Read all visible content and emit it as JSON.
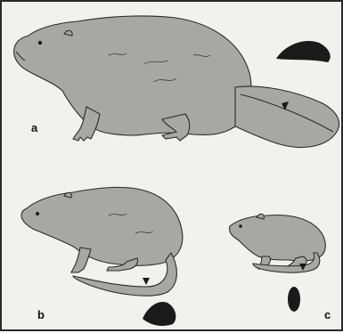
{
  "figure": {
    "panels": [
      {
        "id": "a",
        "label": "a",
        "subject": "beaver"
      },
      {
        "id": "b",
        "label": "b",
        "subject": "muskrat"
      },
      {
        "id": "c",
        "label": "c",
        "subject": "rat"
      }
    ],
    "colors": {
      "background": "#f1f1ef",
      "body_fill": "#a7a7a4",
      "outline": "#2b2b2b",
      "cross_section": "#1a1a1a",
      "border": "#2a2a2a"
    }
  }
}
